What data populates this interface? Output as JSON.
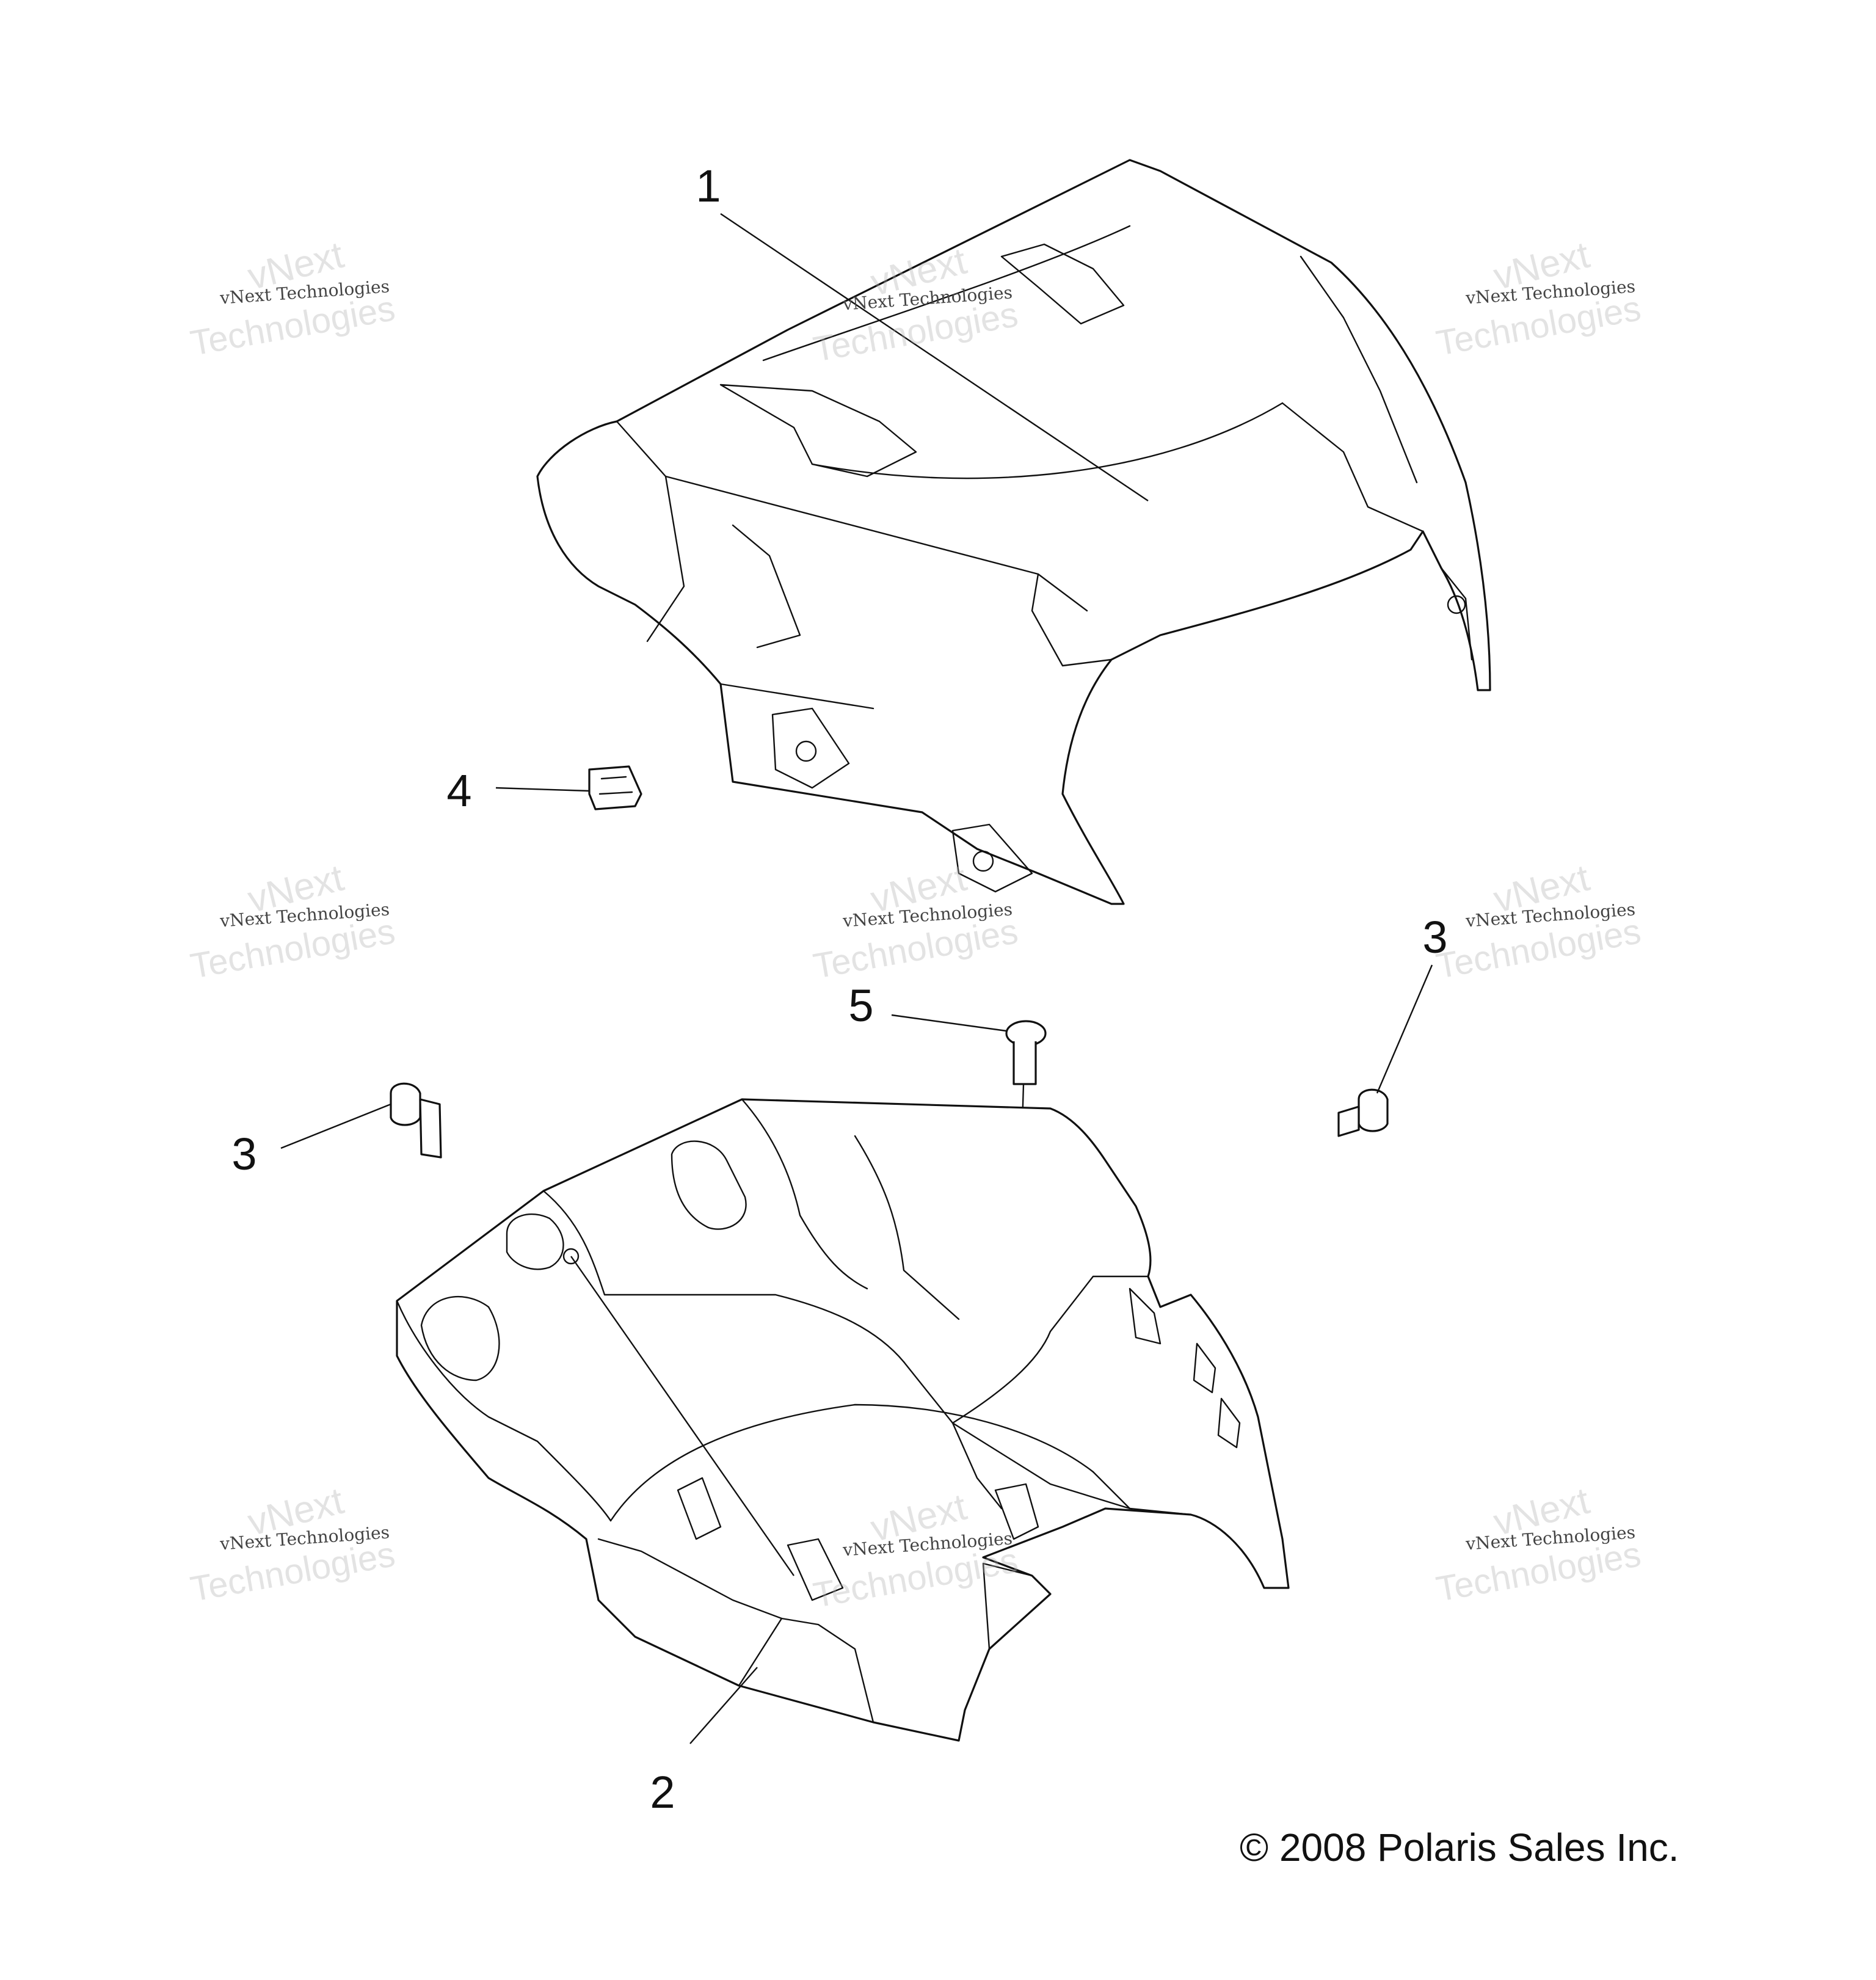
{
  "callouts": {
    "c1": "1",
    "c2": "2",
    "c3a": "3",
    "c3b": "3",
    "c4": "4",
    "c5": "5"
  },
  "watermark": {
    "line1": "vNext",
    "line2": "vNext Technologies",
    "line3": "Technologies"
  },
  "copyright": "© 2008 Polaris Sales Inc."
}
